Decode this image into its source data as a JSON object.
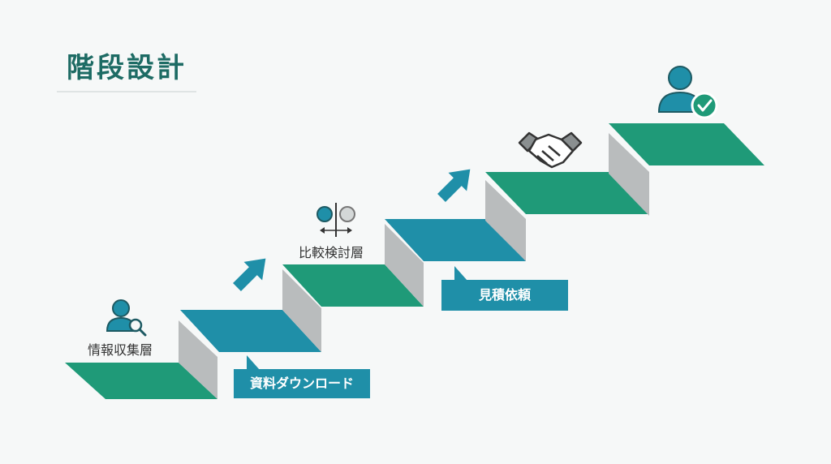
{
  "title": "階段設計",
  "colors": {
    "green": "#1f9a78",
    "teal": "#1f8fa8",
    "riser": "#b9bcbd",
    "title": "#1d6b64",
    "background": "#f6f8f8",
    "icon_dark": "#1d5a63",
    "icon_light": "#d4d8d8"
  },
  "labels": {
    "stage1": "情報収集層",
    "stage2": "比較検討層"
  },
  "callouts": {
    "download": "資料ダウンロード",
    "quote": "見積依頼"
  },
  "icons": [
    "user-search-icon",
    "compare-icon",
    "handshake-icon",
    "user-check-icon",
    "arrow-up-right-icon"
  ]
}
